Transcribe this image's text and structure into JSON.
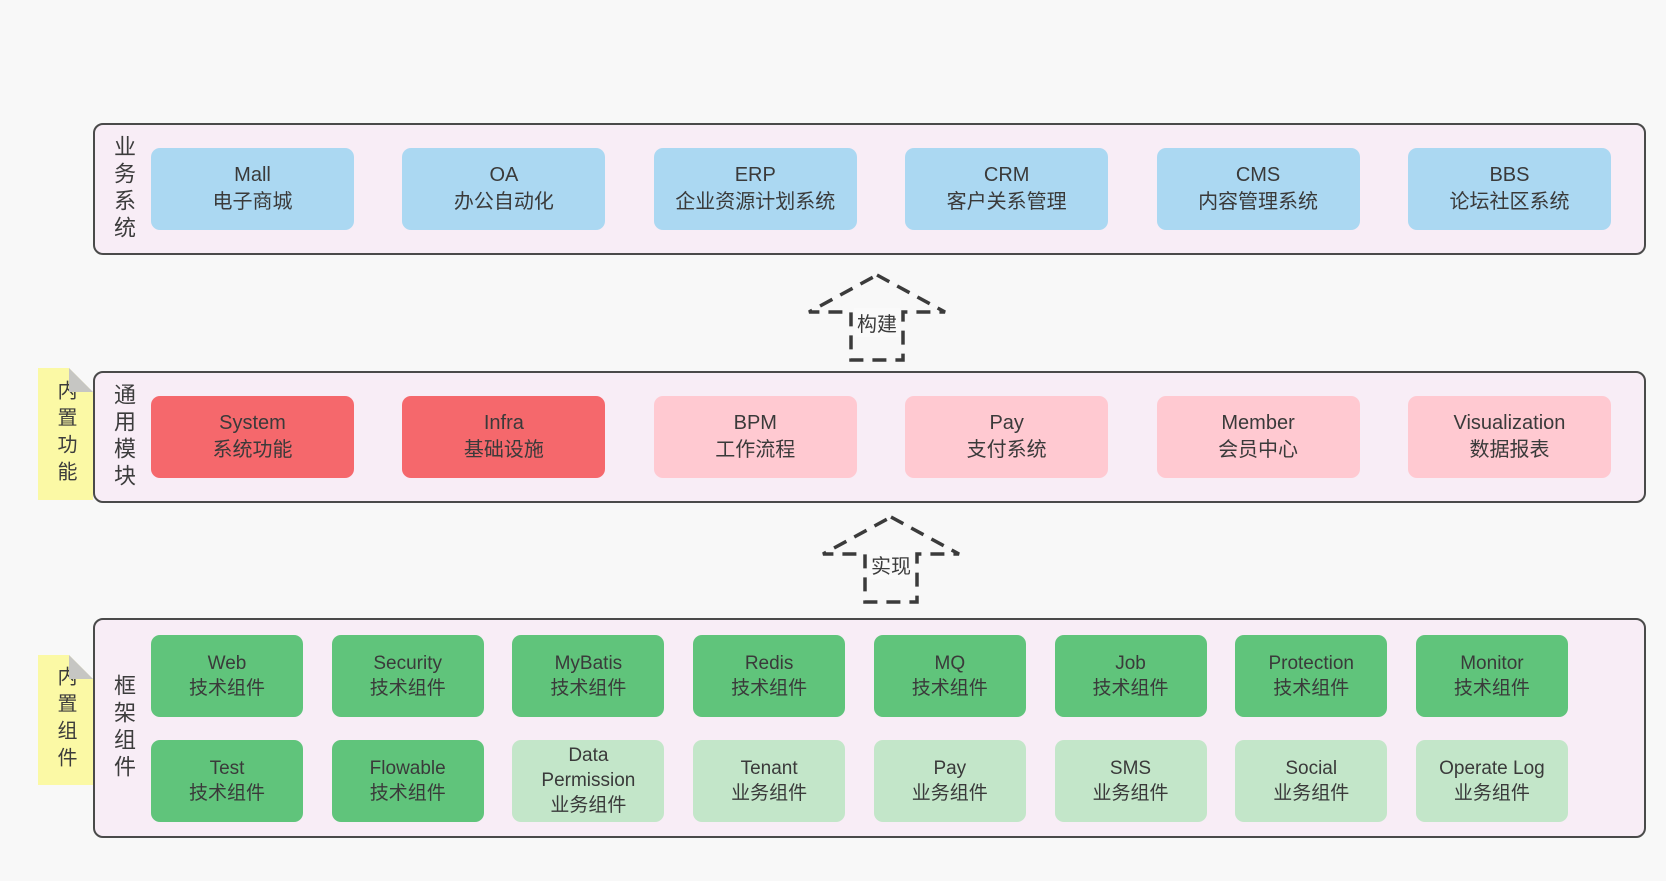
{
  "colors": {
    "page_background": "#f8f8f8",
    "layer_background": "#f8edf6",
    "layer_border": "#4a4a4a",
    "business_box_blue": "#abd8f2",
    "module_box_red": "#f5686c",
    "module_box_pink": "#ffc9d1",
    "component_box_green": "#60c47b",
    "component_box_light_green": "#c3e6c9",
    "sticky_yellow": "#fbf9a5",
    "text": "#3a3a3a"
  },
  "arrows": [
    {
      "label": "构建"
    },
    {
      "label": "实现"
    }
  ],
  "layers": [
    {
      "label": "业务系统",
      "boxes": [
        {
          "name": "Mall",
          "desc": "电子商城"
        },
        {
          "name": "OA",
          "desc": "办公自动化"
        },
        {
          "name": "ERP",
          "desc": "企业资源计划系统"
        },
        {
          "name": "CRM",
          "desc": "客户关系管理"
        },
        {
          "name": "CMS",
          "desc": "内容管理系统"
        },
        {
          "name": "BBS",
          "desc": "论坛社区系统"
        }
      ]
    },
    {
      "label": "通用模块",
      "tag": "内置功能",
      "boxes": [
        {
          "name": "System",
          "desc": "系统功能",
          "variant": "red"
        },
        {
          "name": "Infra",
          "desc": "基础设施",
          "variant": "red"
        },
        {
          "name": "BPM",
          "desc": "工作流程",
          "variant": "pink"
        },
        {
          "name": "Pay",
          "desc": "支付系统",
          "variant": "pink"
        },
        {
          "name": "Member",
          "desc": "会员中心",
          "variant": "pink"
        },
        {
          "name": "Visualization",
          "desc": "数据报表",
          "variant": "pink"
        }
      ]
    },
    {
      "label": "框架组件",
      "tag": "内置组件",
      "rows": [
        [
          {
            "name": "Web",
            "desc": "技术组件",
            "variant": "green"
          },
          {
            "name": "Security",
            "desc": "技术组件",
            "variant": "green"
          },
          {
            "name": "MyBatis",
            "desc": "技术组件",
            "variant": "green"
          },
          {
            "name": "Redis",
            "desc": "技术组件",
            "variant": "green"
          },
          {
            "name": "MQ",
            "desc": "技术组件",
            "variant": "green"
          },
          {
            "name": "Job",
            "desc": "技术组件",
            "variant": "green"
          },
          {
            "name": "Protection",
            "desc": "技术组件",
            "variant": "green"
          },
          {
            "name": "Monitor",
            "desc": "技术组件",
            "variant": "green"
          }
        ],
        [
          {
            "name": "Test",
            "desc": "技术组件",
            "variant": "green"
          },
          {
            "name": "Flowable",
            "desc": "技术组件",
            "variant": "green"
          },
          {
            "name": "Data Permission",
            "desc": "业务组件",
            "variant": "light_green"
          },
          {
            "name": "Tenant",
            "desc": "业务组件",
            "variant": "light_green"
          },
          {
            "name": "Pay",
            "desc": "业务组件",
            "variant": "light_green"
          },
          {
            "name": "SMS",
            "desc": "业务组件",
            "variant": "light_green"
          },
          {
            "name": "Social",
            "desc": "业务组件",
            "variant": "light_green"
          },
          {
            "name": "Operate Log",
            "desc": "业务组件",
            "variant": "light_green"
          }
        ]
      ]
    }
  ]
}
